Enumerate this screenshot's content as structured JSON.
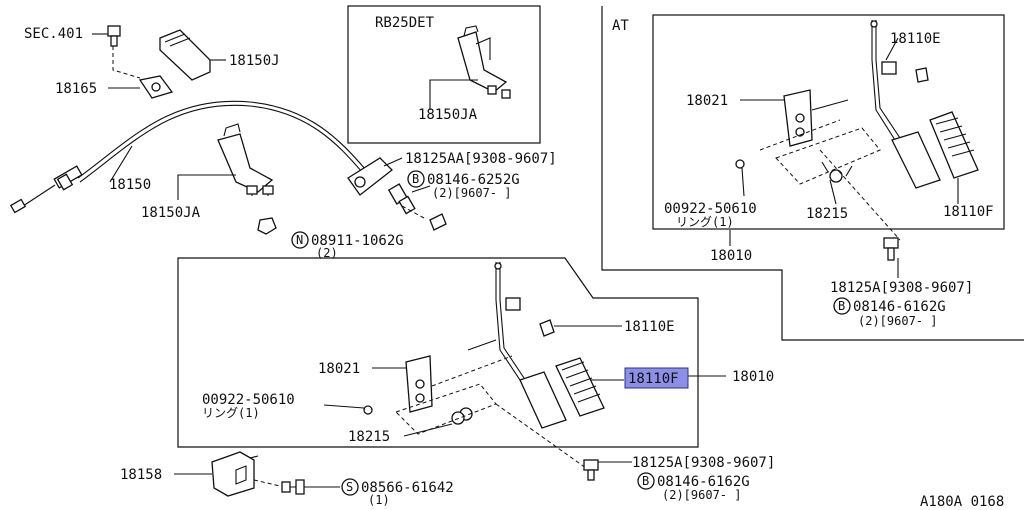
{
  "labels": {
    "sec401": "SEC.401",
    "p18150J": "18150J",
    "p18165": "18165",
    "p18150": "18150",
    "p18150JA_main": "18150JA",
    "engine": "RB25DET",
    "p18150JA_inset": "18150JA",
    "p18125AA": "18125AA[9308-9607]",
    "b_08146_6252G": "08146-6252G",
    "qty2_9607_a": "(2)[9607-      ]",
    "n_08911": "08911-1062G",
    "qty2_a": "(2)",
    "at": "AT",
    "p18110E_at": "18110E",
    "p18021_at": "18021",
    "p00922_at": "00922-50610",
    "ring1_at": "リング(1)",
    "p18215_at": "18215",
    "p18110F_at": "18110F",
    "p18010_at": "18010",
    "p18125A_at": "18125A[9308-9607]",
    "b_08146_6162G_at": "08146-6162G",
    "qty2_9607_at": "(2)[9607-      ]",
    "p18110E_mt": "18110E",
    "p18021_mt": "18021",
    "p00922_mt": "00922-50610",
    "ring1_mt": "リング(1)",
    "p18110F_mt": "18110F",
    "p18010_mt": "18010",
    "p18215_mt": "18215",
    "p18158": "18158",
    "s_08566": "08566-61642",
    "qty1": "(1)",
    "p18125A_mt": "18125A[9308-9607]",
    "b_08146_6162G_mt": "08146-6162G",
    "qty2_9607_mt": "(2)[9607-      ]",
    "ref": "A180A 0168"
  },
  "markers": {
    "B": "B",
    "N": "N",
    "S": "S"
  },
  "colors": {
    "highlight": "#8c8fe6",
    "ink": "#111111"
  }
}
